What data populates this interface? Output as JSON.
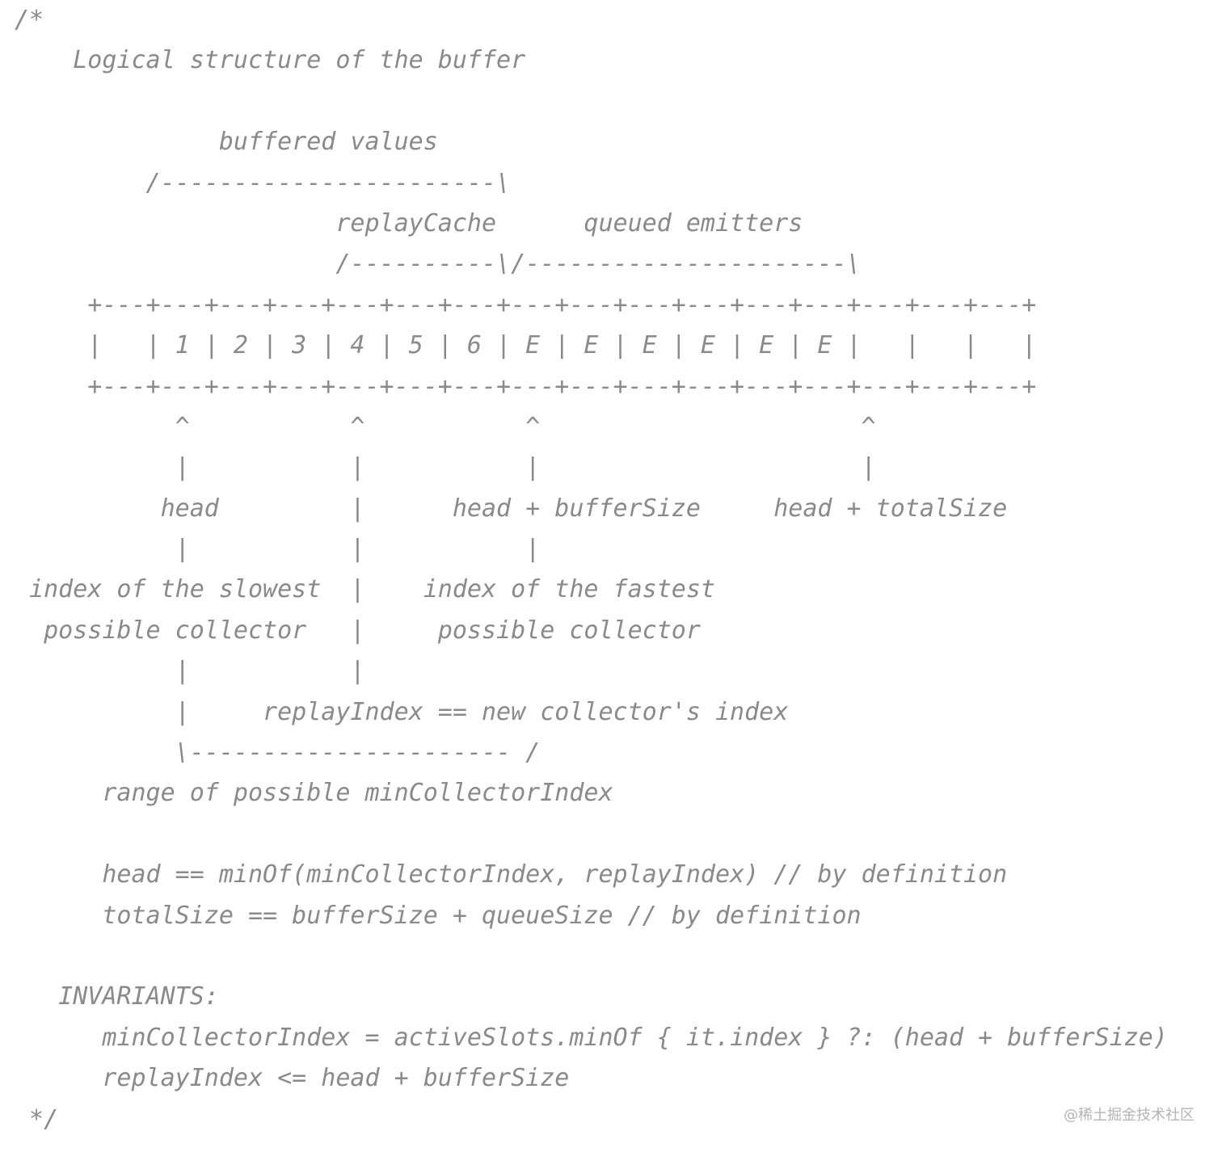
{
  "comment_block": {
    "lines": [
      "/*",
      "    Logical structure of the buffer",
      "",
      "              buffered values",
      "         /-----------------------\\",
      "                      replayCache      queued emitters",
      "                      /----------\\/----------------------\\",
      "     +---+---+---+---+---+---+---+---+---+---+---+---+---+---+---+---+",
      "     |   | 1 | 2 | 3 | 4 | 5 | 6 | E | E | E | E | E | E |   |   |   |",
      "     +---+---+---+---+---+---+---+---+---+---+---+---+---+---+---+---+",
      "           ^           ^           ^                      ^",
      "           |           |           |                      |",
      "          head         |      head + bufferSize     head + totalSize",
      "           |           |           |",
      " index of the slowest  |    index of the fastest",
      "  possible collector   |     possible collector",
      "           |           |",
      "           |     replayIndex == new collector's index",
      "           \\---------------------- /",
      "      range of possible minCollectorIndex",
      "",
      "      head == minOf(minCollectorIndex, replayIndex) // by definition",
      "      totalSize == bufferSize + queueSize // by definition",
      "",
      "   INVARIANTS:",
      "      minCollectorIndex = activeSlots.minOf { it.index } ?: (head + bufferSize)",
      "      replayIndex <= head + bufferSize",
      " */"
    ]
  },
  "watermark": "@稀土掘金技术社区"
}
